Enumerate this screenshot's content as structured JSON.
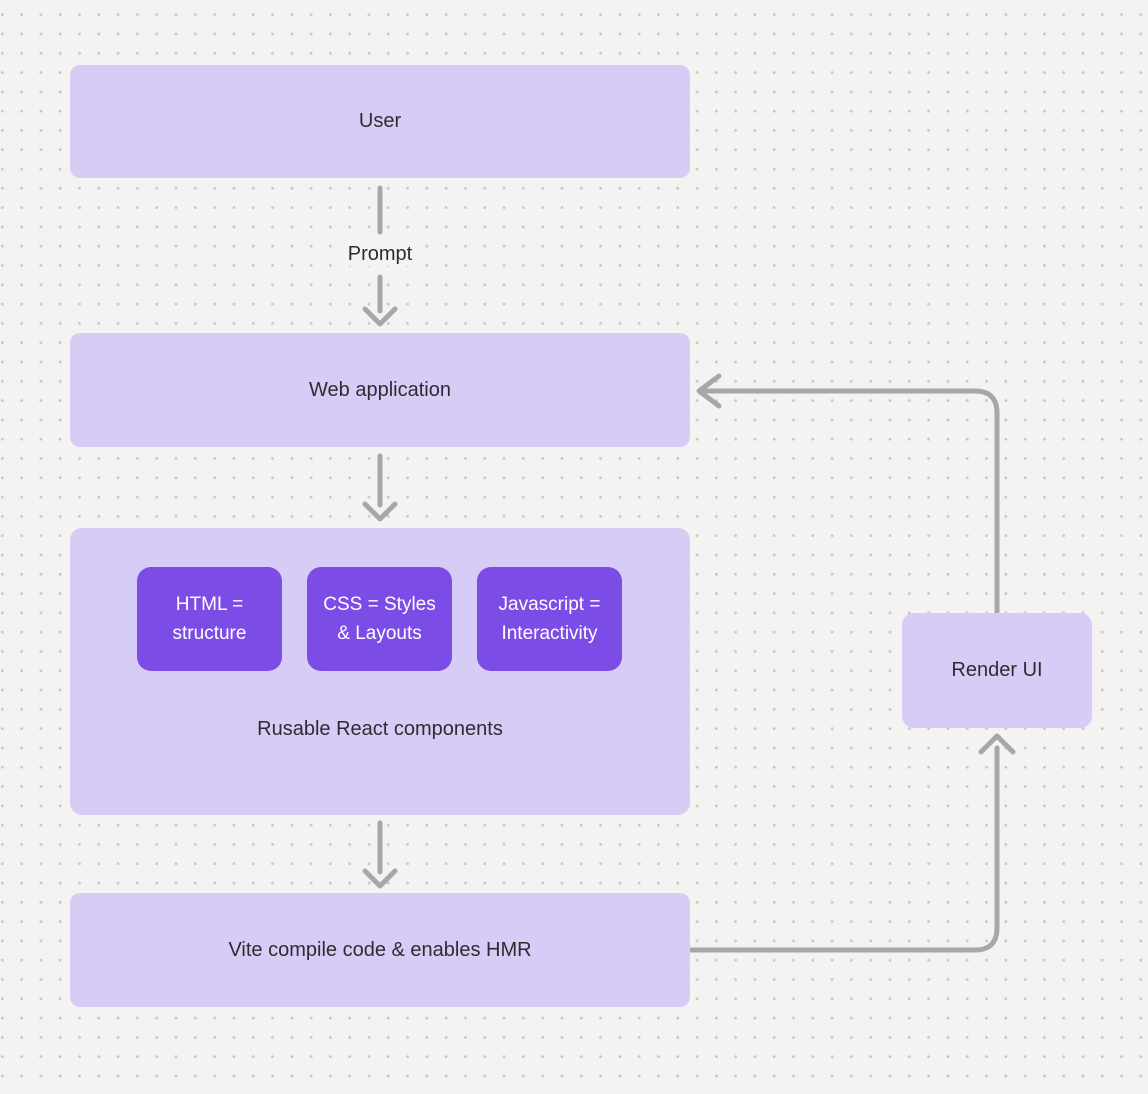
{
  "diagram": {
    "nodes": {
      "user": {
        "label": "User"
      },
      "web_application": {
        "label": "Web application"
      },
      "react_components": {
        "chips": [
          {
            "label": "HTML =\nstructure"
          },
          {
            "label": "CSS = Styles\n& Layouts"
          },
          {
            "label": "Javascript =\nInteractivity"
          }
        ],
        "caption": "Rusable React components"
      },
      "vite": {
        "label": "Vite compile code & enables HMR"
      },
      "render_ui": {
        "label": "Render UI"
      }
    },
    "edges": {
      "prompt_label": "Prompt"
    },
    "colors": {
      "background": "#f4f3f1",
      "dot": "#c8c8c8",
      "node_fill": "#d6ccf5",
      "chip_fill": "#7c4ce6",
      "arrow": "#a8a7a5",
      "text_dark": "#2e2c33",
      "text_light": "#ffffff"
    }
  }
}
